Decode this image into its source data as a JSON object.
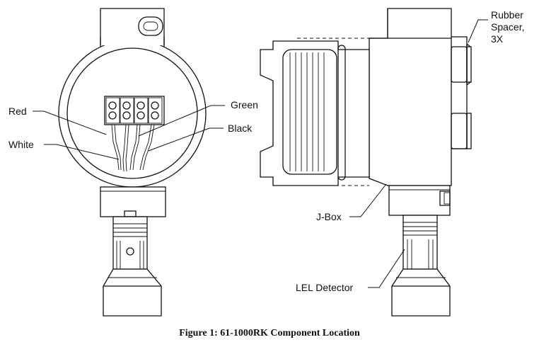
{
  "labels": {
    "red": "Red",
    "white": "White",
    "green": "Green",
    "black": "Black",
    "rubber_spacer_line1": "Rubber",
    "rubber_spacer_line2": "Spacer,",
    "rubber_spacer_line3": "3X",
    "jbox": "J-Box",
    "lel_detector": "LEL Detector"
  },
  "caption": "Figure 1: 61-1000RK Component Location"
}
